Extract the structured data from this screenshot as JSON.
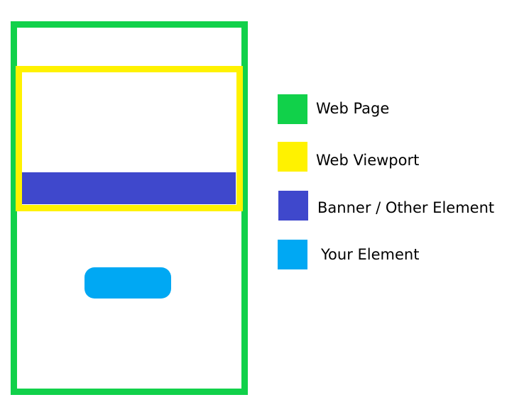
{
  "colors": {
    "web_page": "#11d14a",
    "web_viewport": "#fff200",
    "banner": "#3f48cc",
    "your_element": "#00a8f3"
  },
  "legend": [
    {
      "label": "Web Page"
    },
    {
      "label": "Web Viewport"
    },
    {
      "label": "Banner / Other Element"
    },
    {
      "label": "Your Element"
    }
  ]
}
